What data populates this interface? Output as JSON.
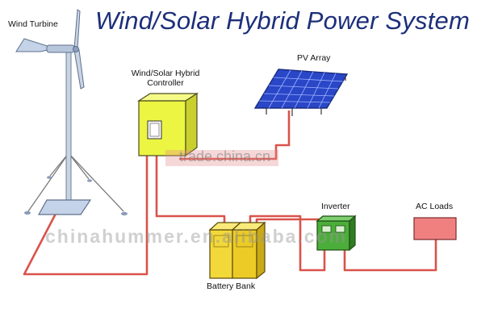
{
  "title": "Wind/Solar Hybrid Power System",
  "labels": {
    "wind_turbine": "Wind Turbine",
    "controller_line1": "Wind/Solar Hybrid",
    "controller_line2": "Controller",
    "pv_array": "PV Array",
    "inverter": "Inverter",
    "ac_loads": "AC Loads",
    "battery_bank": "Battery Bank"
  },
  "watermarks": {
    "tradechina": "trade.china.cn",
    "alibaba": "chinahummer.en.alibaba.com"
  },
  "colors": {
    "title": "#1c2f7a",
    "wire": "#d9534a",
    "controller": "#ecf542",
    "battery": "#f3d83a",
    "inverter": "#4cae3a",
    "ac_loads": "#f08080",
    "pv_panel": "#2a47c8"
  }
}
